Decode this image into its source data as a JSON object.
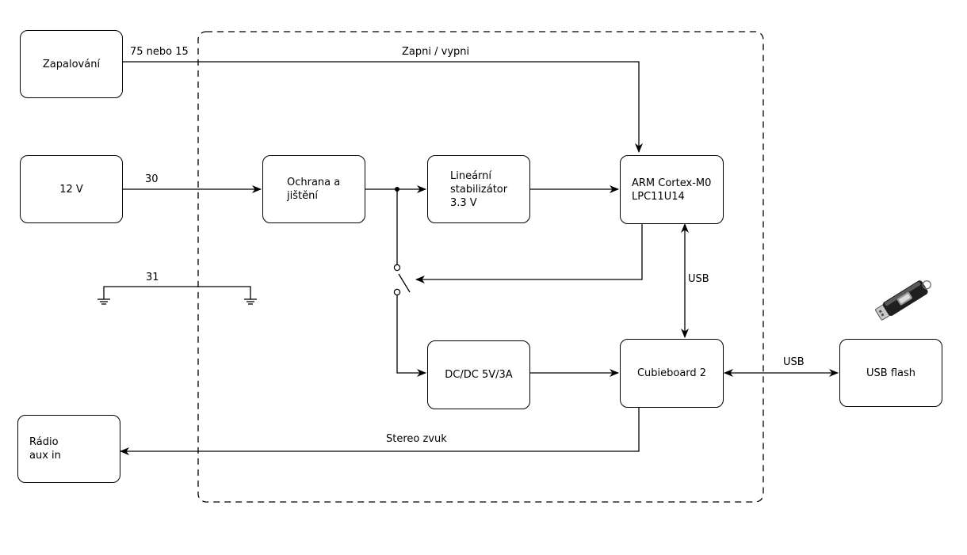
{
  "blocks": {
    "ignition": "Zapalování",
    "supply_12v": "12 V",
    "radio": "Rádio\naux in",
    "protection": "Ochrana a\njištění",
    "linear_regulator": "Lineární\nstabilizátor\n3.3 V",
    "mcu": "ARM Cortex-M0\nLPC11U14",
    "dcdc": "DC/DC 5V/3A",
    "cubieboard": "Cubieboard 2",
    "usb_flash": "USB flash"
  },
  "edge_labels": {
    "terminal_75_15": "75 nebo 15",
    "power_switch": "Zapni / vypni",
    "terminal_30": "30",
    "terminal_31": "31",
    "usb_mcu": "USB",
    "usb_flash": "USB",
    "stereo_audio": "Stereo zvuk"
  },
  "icons": {
    "usb_stick": "usb-flash-drive-icon"
  }
}
